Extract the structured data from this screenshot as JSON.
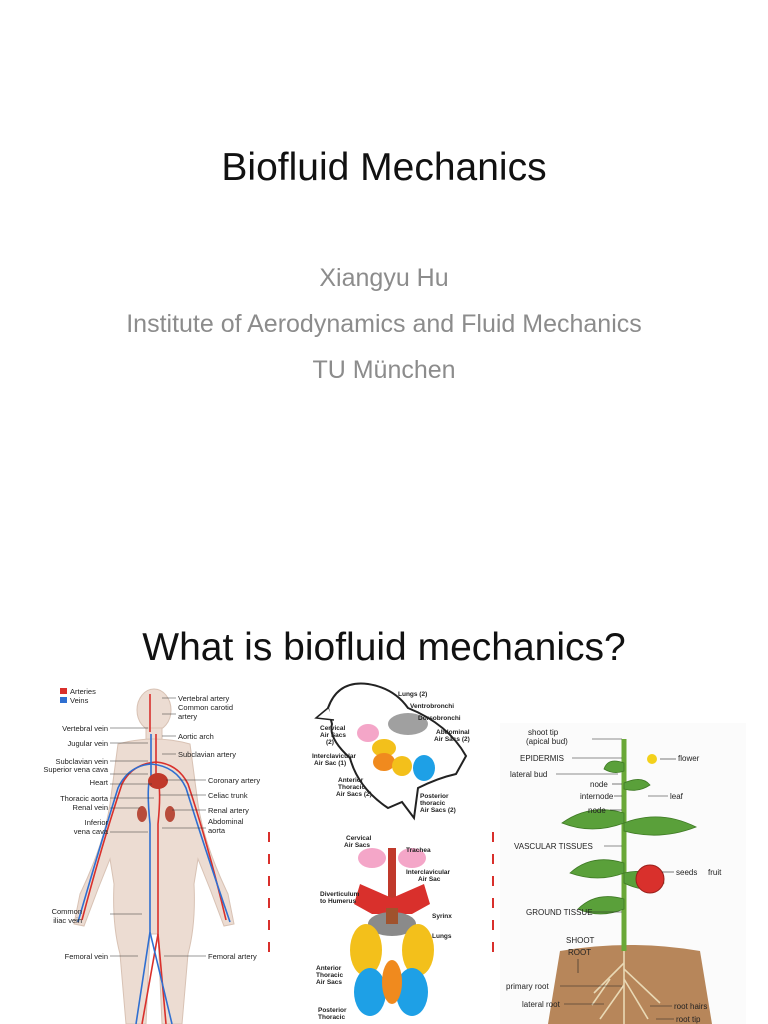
{
  "slide1": {
    "title": "Biofluid Mechanics",
    "author": "Xiangyu Hu",
    "institute": "Institute of Aerodynamics and Fluid Mechanics",
    "university": "TU München"
  },
  "slide2": {
    "title": "What is biofluid mechanics?",
    "circulatory": {
      "legend": [
        "Arteries",
        "Veins"
      ],
      "legend_colors": [
        "#d9302c",
        "#2f6fd1"
      ],
      "left_labels": [
        "Vertebral vein",
        "Jugular vein",
        "Subclavian vein",
        "Superior vena cava",
        "Heart",
        "Thoracic aorta",
        "Renal vein",
        "Inferior",
        "vena cava",
        "Common",
        "iliac vein",
        "Femoral vein"
      ],
      "right_labels": [
        "Vertebral artery",
        "Common carotid",
        "artery",
        "Aortic arch",
        "Subclavian artery",
        "Coronary artery",
        "Celiac trunk",
        "Renal artery",
        "Abdominal",
        "aorta",
        "Femoral artery"
      ]
    },
    "bird": {
      "top_labels": [
        "Lungs (2)",
        "Ventrobronchi",
        "Dorsobronchi",
        "Abdominal",
        "Air Sacs (2)",
        "Cervical",
        "Air Sacs",
        "(2)",
        "Interclavicular",
        "Air Sac (1)",
        "Anterior",
        "Thoracic",
        "Air Sacs (2)",
        "Posterior",
        "thoracic",
        "Air Sacs (2)"
      ],
      "bottom_labels": [
        "Cervical",
        "Air Sacs",
        "Trachea",
        "Interclavicular",
        "Air Sac",
        "Diverticulum",
        "to Humerus",
        "Syrinx",
        "Lungs",
        "Anterior",
        "Thoracic",
        "Air Sacs",
        "Posterior",
        "Thoracic"
      ]
    },
    "plant": {
      "labels": [
        "shoot tip",
        "(apical bud)",
        "EPIDERMIS",
        "lateral bud",
        "flower",
        "node",
        "internode",
        "leaf",
        "node",
        "VASCULAR TISSUES",
        "seeds",
        "fruit",
        "GROUND TISSUE",
        "SHOOT",
        "ROOT",
        "primary root",
        "lateral root",
        "root hairs",
        "root tip"
      ]
    }
  }
}
